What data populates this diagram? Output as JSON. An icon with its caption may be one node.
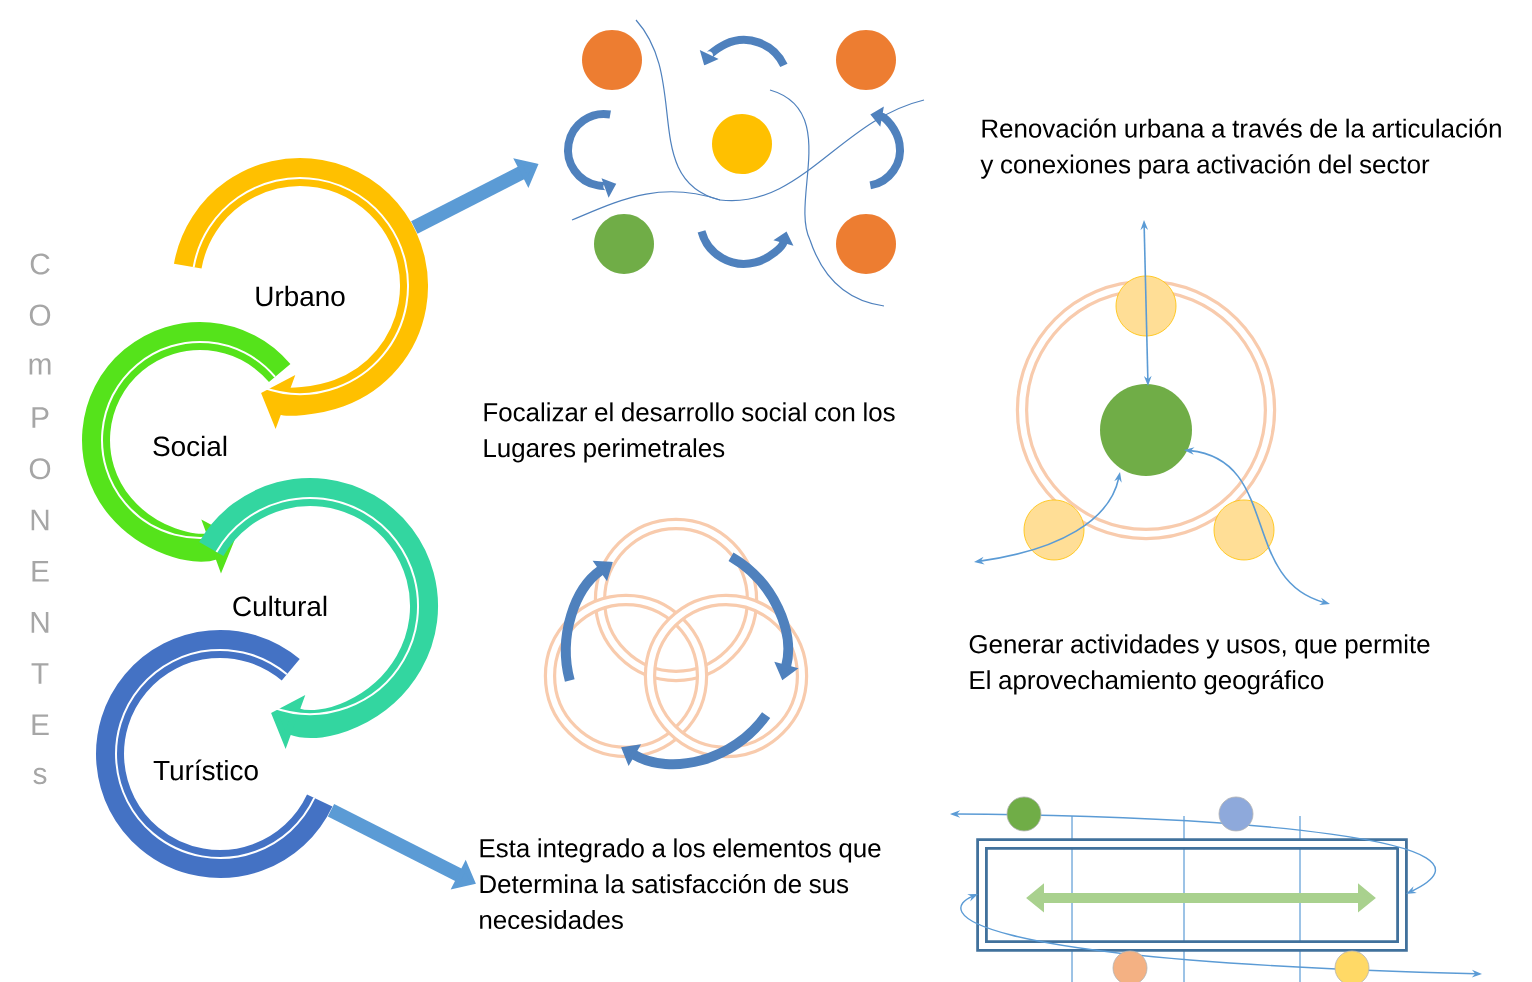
{
  "diagram": {
    "nodes": [
      {
        "text": [
          "Urbano"
        ]
      },
      {
        "text": [
          "Social"
        ]
      },
      {
        "text": [
          "Cultural"
        ]
      },
      {
        "text": [
          "Turístico"
        ]
      },
      {
        "text": [],
        "shape": "picture"
      },
      {
        "text": [
          "Esta integrado a los elementos  que Determina la satisfacción de sus necesidades"
        ]
      }
    ],
    "edges": [
      {
        "from": 0,
        "to": 4,
        "arrow": "to"
      },
      {
        "from": 3,
        "to": 5,
        "arrow": "to"
      }
    ],
    "labels": [
      "C",
      "O",
      "m",
      "P",
      "O",
      "N",
      "E",
      "N",
      "T",
      "E",
      "s",
      "Renovación urbana a través de la articulación y conexiones para activación del sector",
      "Focalizar el desarrollo social  con los Lugares perimetrales",
      "Generar actividades y usos, que permite El aprovechamiento geográfico"
    ]
  }
}
